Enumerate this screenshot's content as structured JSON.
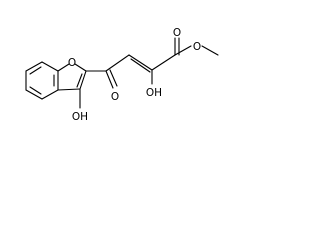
{
  "molecule": {
    "atom_labels": {
      "ring_oxygen": "O",
      "ester_carbonyl_oxygen": "O",
      "ester_oxygen": "O",
      "enol_hydroxyl": "OH",
      "ketone_oxygen": "O",
      "ring_hydroxyl": "OH"
    }
  }
}
